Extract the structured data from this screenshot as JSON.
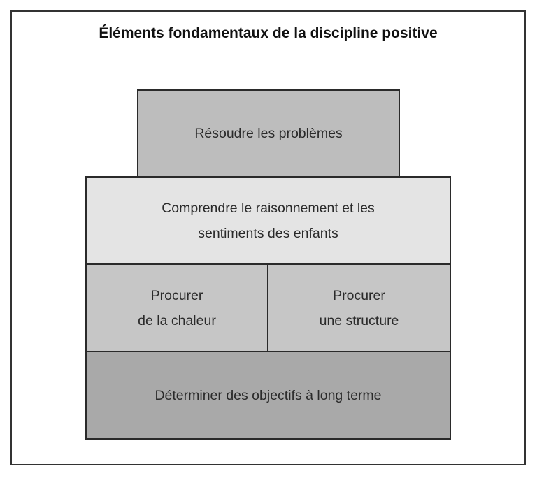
{
  "title": "Éléments fondamentaux de la discipline positive",
  "blocks": {
    "top": {
      "lines": [
        "Résoudre les problèmes"
      ],
      "color": "#bdbdbd"
    },
    "middle": {
      "lines": [
        "Comprendre le raisonnement et les",
        "sentiments des enfants"
      ],
      "color": "#e4e4e4"
    },
    "left": {
      "lines": [
        "Procurer",
        "de la chaleur"
      ],
      "color": "#c6c6c6"
    },
    "right": {
      "lines": [
        "Procurer",
        "une structure"
      ],
      "color": "#c6c6c6"
    },
    "bottom": {
      "lines": [
        "Déterminer des objectifs à long terme"
      ],
      "color": "#a9a9a9"
    }
  }
}
